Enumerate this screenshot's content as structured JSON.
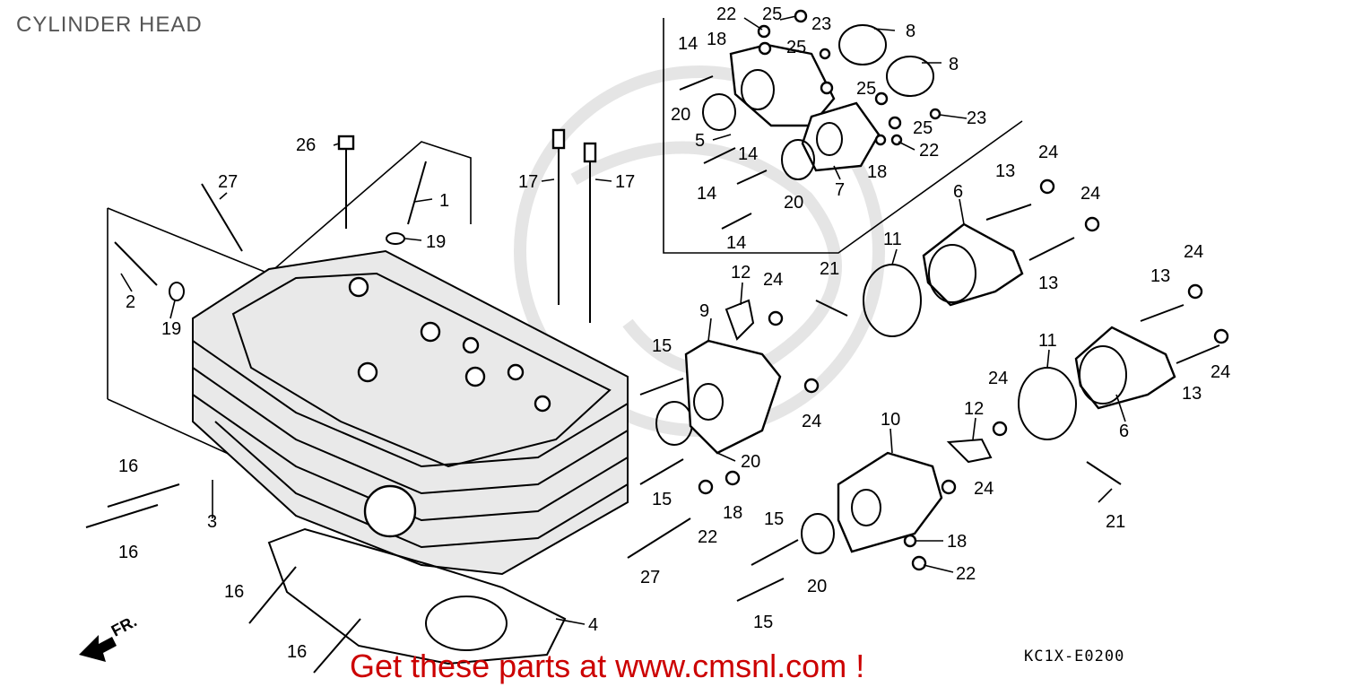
{
  "title": "CYLINDER HEAD",
  "banner": "Get these parts at www.cmsnl.com !",
  "diagram_code": "KC1X-E0200",
  "front_arrow_label": "FR.",
  "callouts": [
    {
      "id": "c1",
      "text": "1"
    },
    {
      "id": "c2",
      "text": "2"
    },
    {
      "id": "c3",
      "text": "3"
    },
    {
      "id": "c4",
      "text": "4"
    },
    {
      "id": "c5",
      "text": "5"
    },
    {
      "id": "c6a",
      "text": "6"
    },
    {
      "id": "c6b",
      "text": "6"
    },
    {
      "id": "c7",
      "text": "7"
    },
    {
      "id": "c8a",
      "text": "8"
    },
    {
      "id": "c8b",
      "text": "8"
    },
    {
      "id": "c9",
      "text": "9"
    },
    {
      "id": "c10",
      "text": "10"
    },
    {
      "id": "c11a",
      "text": "11"
    },
    {
      "id": "c11b",
      "text": "11"
    },
    {
      "id": "c12a",
      "text": "12"
    },
    {
      "id": "c12b",
      "text": "12"
    },
    {
      "id": "c13a",
      "text": "13"
    },
    {
      "id": "c13b",
      "text": "13"
    },
    {
      "id": "c13c",
      "text": "13"
    },
    {
      "id": "c13d",
      "text": "13"
    },
    {
      "id": "c14a",
      "text": "14"
    },
    {
      "id": "c14b",
      "text": "14"
    },
    {
      "id": "c14c",
      "text": "14"
    },
    {
      "id": "c14d",
      "text": "14"
    },
    {
      "id": "c15a",
      "text": "15"
    },
    {
      "id": "c15b",
      "text": "15"
    },
    {
      "id": "c15c",
      "text": "15"
    },
    {
      "id": "c15d",
      "text": "15"
    },
    {
      "id": "c16a",
      "text": "16"
    },
    {
      "id": "c16b",
      "text": "16"
    },
    {
      "id": "c16c",
      "text": "16"
    },
    {
      "id": "c16d",
      "text": "16"
    },
    {
      "id": "c17a",
      "text": "17"
    },
    {
      "id": "c17b",
      "text": "17"
    },
    {
      "id": "c18a",
      "text": "18"
    },
    {
      "id": "c18b",
      "text": "18"
    },
    {
      "id": "c18c",
      "text": "18"
    },
    {
      "id": "c18d",
      "text": "18"
    },
    {
      "id": "c19a",
      "text": "19"
    },
    {
      "id": "c19b",
      "text": "19"
    },
    {
      "id": "c20a",
      "text": "20"
    },
    {
      "id": "c20b",
      "text": "20"
    },
    {
      "id": "c20c",
      "text": "20"
    },
    {
      "id": "c20d",
      "text": "20"
    },
    {
      "id": "c21a",
      "text": "21"
    },
    {
      "id": "c21b",
      "text": "21"
    },
    {
      "id": "c22a",
      "text": "22"
    },
    {
      "id": "c22b",
      "text": "22"
    },
    {
      "id": "c22c",
      "text": "22"
    },
    {
      "id": "c22d",
      "text": "22"
    },
    {
      "id": "c23a",
      "text": "23"
    },
    {
      "id": "c23b",
      "text": "23"
    },
    {
      "id": "c24a",
      "text": "24"
    },
    {
      "id": "c24b",
      "text": "24"
    },
    {
      "id": "c24c",
      "text": "24"
    },
    {
      "id": "c24d",
      "text": "24"
    },
    {
      "id": "c24e",
      "text": "24"
    },
    {
      "id": "c24f",
      "text": "24"
    },
    {
      "id": "c24g",
      "text": "24"
    },
    {
      "id": "c24h",
      "text": "24"
    },
    {
      "id": "c25a",
      "text": "25"
    },
    {
      "id": "c25b",
      "text": "25"
    },
    {
      "id": "c25c",
      "text": "25"
    },
    {
      "id": "c25d",
      "text": "25"
    },
    {
      "id": "c26",
      "text": "26"
    },
    {
      "id": "c27a",
      "text": "27"
    },
    {
      "id": "c27b",
      "text": "27"
    }
  ],
  "colors": {
    "banner": "#cc0000",
    "title": "#555555",
    "watermark": "#d9d9d9"
  }
}
